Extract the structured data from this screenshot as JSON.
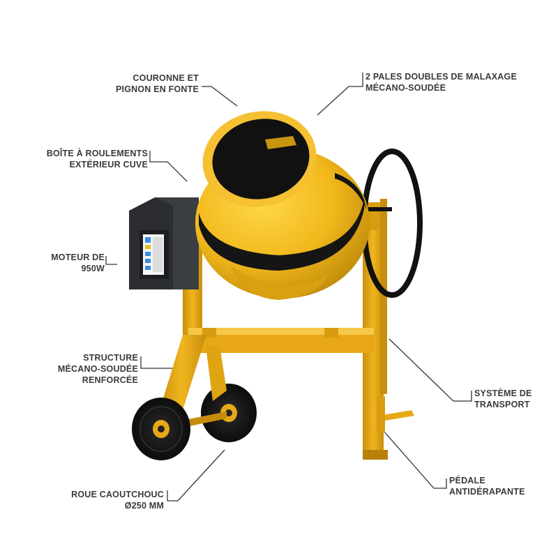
{
  "callouts": {
    "couronne": [
      "COURONNE ET",
      "PIGNON EN FONTE"
    ],
    "pales": [
      "2 PALES DOUBLES DE MALAXAGE",
      "MÉCANO-SOUDÉE"
    ],
    "boite": [
      "BOÎTE À ROULEMENTS",
      "EXTÉRIEUR CUVE"
    ],
    "moteur": [
      "MOTEUR DE",
      "950W"
    ],
    "structure": [
      "STRUCTURE",
      "MÉCANO-SOUDÉE",
      "RENFORCÉE"
    ],
    "transport": [
      "SYSTÈME DE",
      "TRANSPORT"
    ],
    "pedale": [
      "PÉDALE",
      "ANTIDÉRAPANTE"
    ],
    "roue": [
      "ROUE CAOUTCHOUC",
      "Ø250 MM"
    ]
  },
  "colors": {
    "drum_yellow": "#f2b81c",
    "frame_yellow": "#e8a816",
    "black": "#1a1a1a",
    "motor_grey": "#2b2d30",
    "label_text": "#3a3a3a",
    "leader_line": "#333333"
  }
}
